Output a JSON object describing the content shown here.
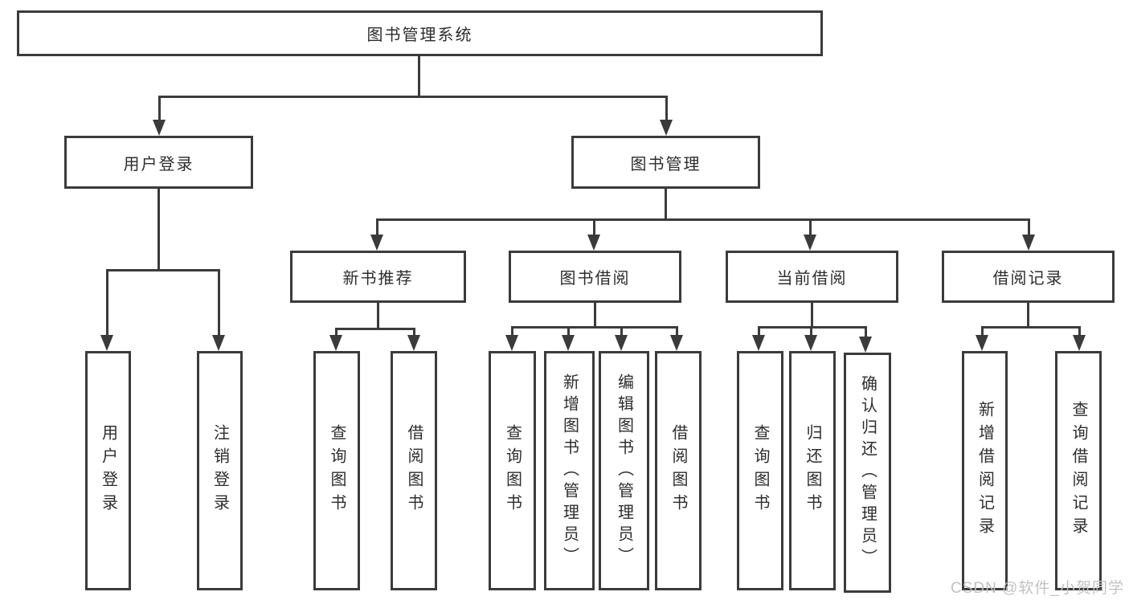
{
  "page": {
    "background_color": "#ffffff",
    "line_color": "#3b3b3b",
    "text_color": "#2d2d2d",
    "watermark_color": "#c2c2c2"
  },
  "root": {
    "label": "图书管理系统"
  },
  "branches": {
    "user_login": {
      "label": "用户登录"
    },
    "book_management": {
      "label": "图书管理"
    }
  },
  "modules": {
    "new_book_recommend": {
      "label": "新书推荐"
    },
    "book_borrow": {
      "label": "图书借阅"
    },
    "current_borrow": {
      "label": "当前借阅"
    },
    "borrow_record": {
      "label": "借阅记录"
    }
  },
  "functions": {
    "user_login": {
      "label": "用户登录"
    },
    "logout": {
      "label": "注销登录"
    },
    "rec_query_book": {
      "label": "查询图书"
    },
    "rec_borrow_book": {
      "label": "借阅图书"
    },
    "bb_query_book": {
      "label": "查询图书"
    },
    "bb_add_book": {
      "label": "新增图书（管理员）"
    },
    "bb_edit_book": {
      "label": "编辑图书（管理员）"
    },
    "bb_borrow_book": {
      "label": "借阅图书"
    },
    "cb_query_book": {
      "label": "查询图书"
    },
    "cb_return_book": {
      "label": "归还图书"
    },
    "cb_confirm_return": {
      "label": "确认归还（管理员）"
    },
    "br_add_record": {
      "label": "新增借阅记录"
    },
    "br_query_record": {
      "label": "查询借阅记录"
    }
  },
  "watermark": {
    "label": "CSDN @软件_小贺同学"
  }
}
